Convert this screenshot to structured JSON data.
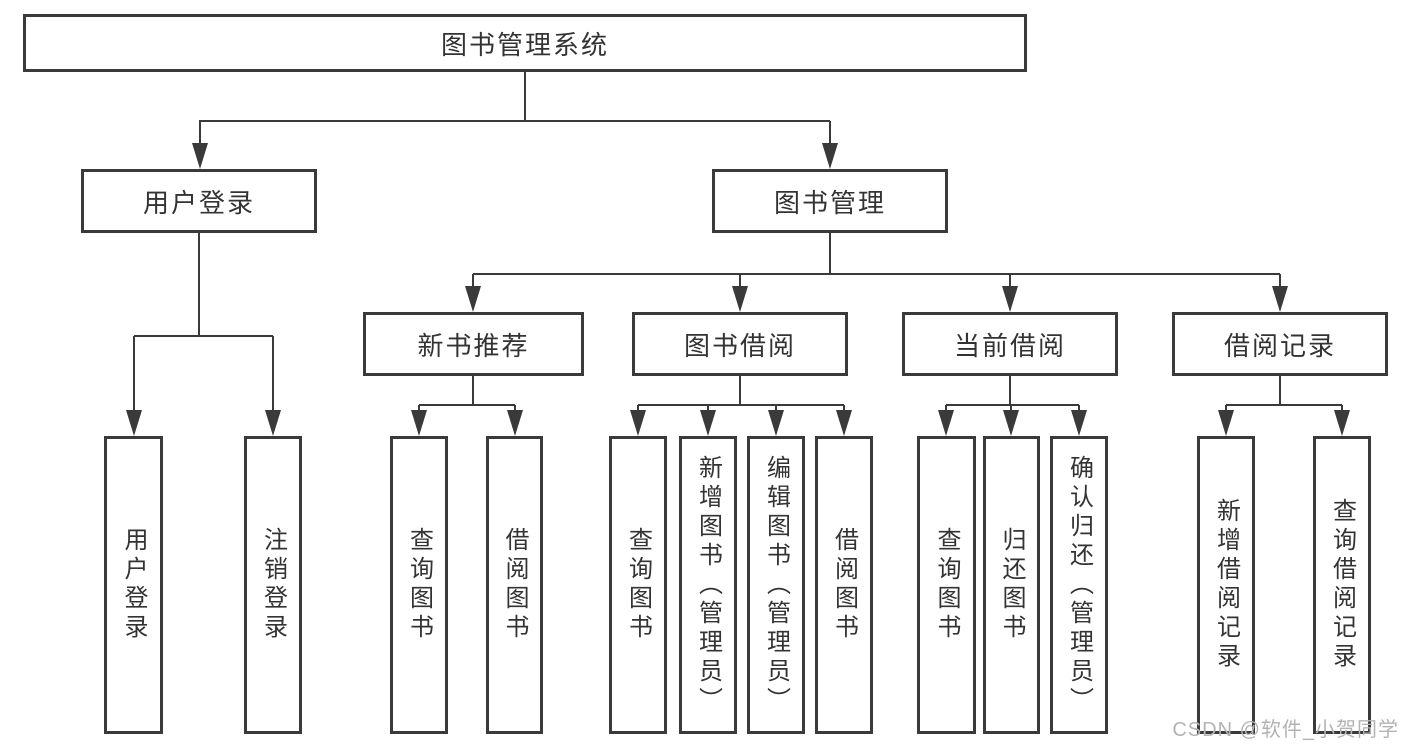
{
  "diagram_title": "图书管理系统",
  "tree": {
    "label": "图书管理系统",
    "children": [
      {
        "label": "用户登录",
        "children": [
          {
            "label": "用户登录"
          },
          {
            "label": "注销登录"
          }
        ]
      },
      {
        "label": "图书管理",
        "children": [
          {
            "label": "新书推荐",
            "children": [
              {
                "label": "查询图书"
              },
              {
                "label": "借阅图书"
              }
            ]
          },
          {
            "label": "图书借阅",
            "children": [
              {
                "label": "查询图书"
              },
              {
                "label": "新增图书（管理员）"
              },
              {
                "label": "编辑图书（管理员）"
              },
              {
                "label": "借阅图书"
              }
            ]
          },
          {
            "label": "当前借阅",
            "children": [
              {
                "label": "查询图书"
              },
              {
                "label": "归还图书"
              },
              {
                "label": "确认归还（管理员）"
              }
            ]
          },
          {
            "label": "借阅记录",
            "children": [
              {
                "label": "新增借阅记录"
              },
              {
                "label": "查询借阅记录"
              }
            ]
          }
        ]
      }
    ]
  },
  "watermark": "CSDN @软件_小贺同学",
  "colors": {
    "line": "#3a3a3a",
    "text": "#333333",
    "watermark": "#b3b3b3",
    "background": "#ffffff"
  }
}
